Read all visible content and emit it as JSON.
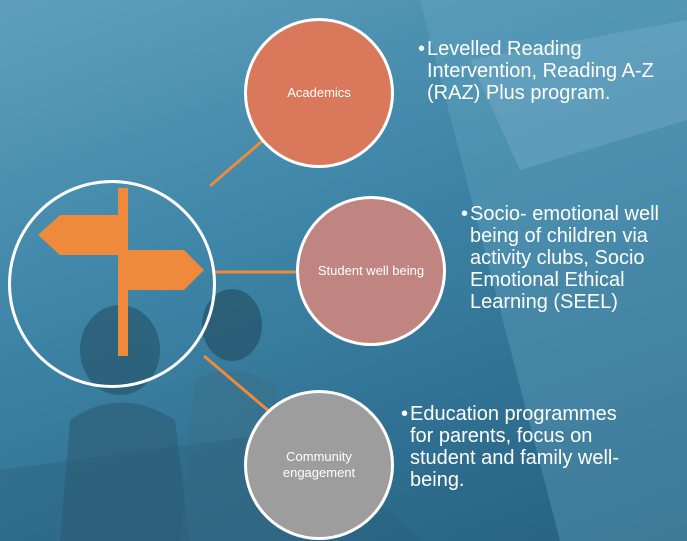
{
  "colors": {
    "academics": "#d9785a",
    "wellbeing": "#c08581",
    "community": "#9d9d9d",
    "connector": "#ef8a3c",
    "signpost": "#ef8a3c"
  },
  "hub": {
    "icon": "signpost-icon"
  },
  "nodes": {
    "academics": {
      "label": "Academics",
      "description": "Levelled Reading Intervention, Reading A-Z (RAZ) Plus program."
    },
    "wellbeing": {
      "label": "Student well being",
      "description": "Socio- emotional well being of children via activity clubs, Socio Emotional Ethical Learning (SEEL)"
    },
    "community": {
      "label": "Community engagement",
      "description": "Education programmes for parents, focus on student and family well-being."
    }
  }
}
